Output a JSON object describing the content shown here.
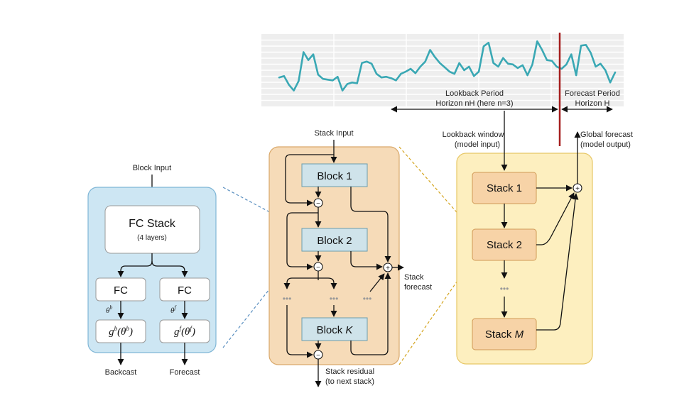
{
  "colors": {
    "block_panel": "#cde6f3",
    "block_panel_border": "#7fb6d6",
    "stack_panel": "#f6dbb8",
    "stack_panel_border": "#d9a86a",
    "model_panel": "#fdefbf",
    "model_panel_border": "#e7c766",
    "inner_block_fill": "#cfe3ea",
    "inner_block_border": "#6a9cae",
    "stack_box_fill": "#f7d3a7",
    "stack_box_border": "#d09a55",
    "series": "#3aa8b4",
    "divider": "#a51f1f"
  },
  "timeseries": {
    "values": [
      0.4,
      0.42,
      0.3,
      0.22,
      0.35,
      0.75,
      0.64,
      0.72,
      0.44,
      0.38,
      0.37,
      0.36,
      0.41,
      0.22,
      0.31,
      0.33,
      0.32,
      0.6,
      0.62,
      0.59,
      0.45,
      0.4,
      0.41,
      0.39,
      0.36,
      0.45,
      0.48,
      0.52,
      0.46,
      0.55,
      0.62,
      0.78,
      0.68,
      0.6,
      0.54,
      0.48,
      0.45,
      0.6,
      0.5,
      0.55,
      0.42,
      0.48,
      0.83,
      0.88,
      0.6,
      0.55,
      0.67,
      0.59,
      0.58,
      0.53,
      0.57,
      0.43,
      0.58,
      0.9,
      0.78,
      0.64,
      0.63,
      0.55,
      0.52,
      0.58,
      0.72,
      0.43,
      0.84,
      0.85,
      0.74,
      0.55,
      0.59,
      0.5,
      0.33,
      0.47
    ],
    "forecast_start_index": 57,
    "lookback_label_line1": "Lookback Period",
    "lookback_label_line2": "Horizon nH (here n=3)",
    "forecast_label_line1": "Forecast Period",
    "forecast_label_line2": "Horizon H"
  },
  "block": {
    "input_label": "Block Input",
    "fc_stack_title": "FC Stack",
    "fc_stack_sub": "(4 layers)",
    "fc_left": "FC",
    "fc_right": "FC",
    "theta_b": "θ",
    "theta_b_sup": "b",
    "theta_f": "θ",
    "theta_f_sup": "f",
    "g_left": "g",
    "g_left_sup": "b",
    "g_left_arg": "(θ",
    "g_left_arg_sup": "b",
    "g_left_close": ")",
    "g_right": "g",
    "g_right_sup": "f",
    "g_right_arg": "(θ",
    "g_right_arg_sup": "f",
    "g_right_close": ")",
    "backcast_label": "Backcast",
    "forecast_label": "Forecast"
  },
  "stack": {
    "input_label": "Stack Input",
    "block1": "Block 1",
    "block2": "Block 2",
    "blockK_prefix": "Block ",
    "blockK_var": "K",
    "dots": "•••",
    "forecast_line1": "Stack",
    "forecast_line2": "forecast",
    "residual_line1": "Stack residual",
    "residual_line2": "(to next stack)"
  },
  "model": {
    "lookback_line1": "Lookback window",
    "lookback_line2": "(model input)",
    "global_line1": "Global forecast",
    "global_line2": "(model output)",
    "stack1": "Stack 1",
    "stack2": "Stack 2",
    "stackM_prefix": "Stack ",
    "stackM_var": "M",
    "dots": "•••"
  },
  "symbols": {
    "minus": "−",
    "plus": "+"
  }
}
